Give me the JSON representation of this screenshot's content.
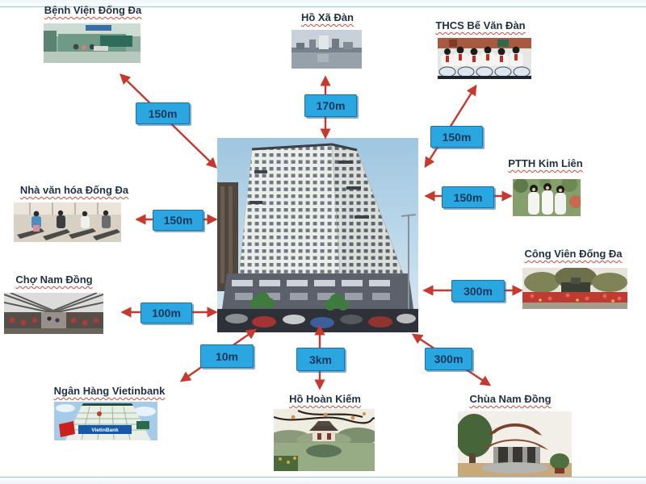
{
  "diagram": {
    "type": "location-distance-map",
    "center": {
      "id": "apartment-tower",
      "photo": "high-rise-apartment-building"
    }
  },
  "colors": {
    "distance_box_bg": "#2aa7e0",
    "distance_box_border": "#1b6fa9",
    "arrow_red": "#c5392f",
    "label_text": "#1f3044",
    "spellcheck_underline": "#cf4538"
  },
  "locations": [
    {
      "id": "benh-vien-dong-da",
      "label": "Bệnh Viện Đống Đa",
      "distance": "150m",
      "photo": "hospital-corridor"
    },
    {
      "id": "ho-xa-dan",
      "label": "Hồ Xã Đàn",
      "distance": "170m",
      "photo": "lake-with-skyline"
    },
    {
      "id": "thcs-be-van-dan",
      "label": "THCS Bế Văn Đàn",
      "distance": "150m",
      "photo": "students-with-drums"
    },
    {
      "id": "ptth-kim-lien",
      "label": "PTTH Kim Liên",
      "distance": "150m",
      "photo": "schoolgirls-white-ao-dai"
    },
    {
      "id": "cong-vien-dong-da",
      "label": "Công Viên Đống Đa",
      "distance": "300m",
      "photo": "park-with-red-flowers"
    },
    {
      "id": "nha-van-hoa-dong-da",
      "label": "Nhà văn hóa Đống Đa",
      "distance": "150m",
      "photo": "gym-treadmills"
    },
    {
      "id": "cho-nam-dong",
      "label": "Chợ Nam Đồng",
      "distance": "100m",
      "photo": "covered-market-hall"
    },
    {
      "id": "ngan-hang-vietinbank",
      "label": "Ngân Hàng Vietinbank",
      "distance": "10m",
      "photo": "bank-building-facade",
      "photo_sign_text": "VietinBank"
    },
    {
      "id": "ho-hoan-kiem",
      "label": "Hồ Hoàn Kiếm",
      "distance": "3km",
      "photo": "turtle-tower-lake"
    },
    {
      "id": "chua-nam-dong",
      "label": "Chùa Nam Đồng",
      "distance": "300m",
      "photo": "pagoda-curved-roof"
    }
  ]
}
